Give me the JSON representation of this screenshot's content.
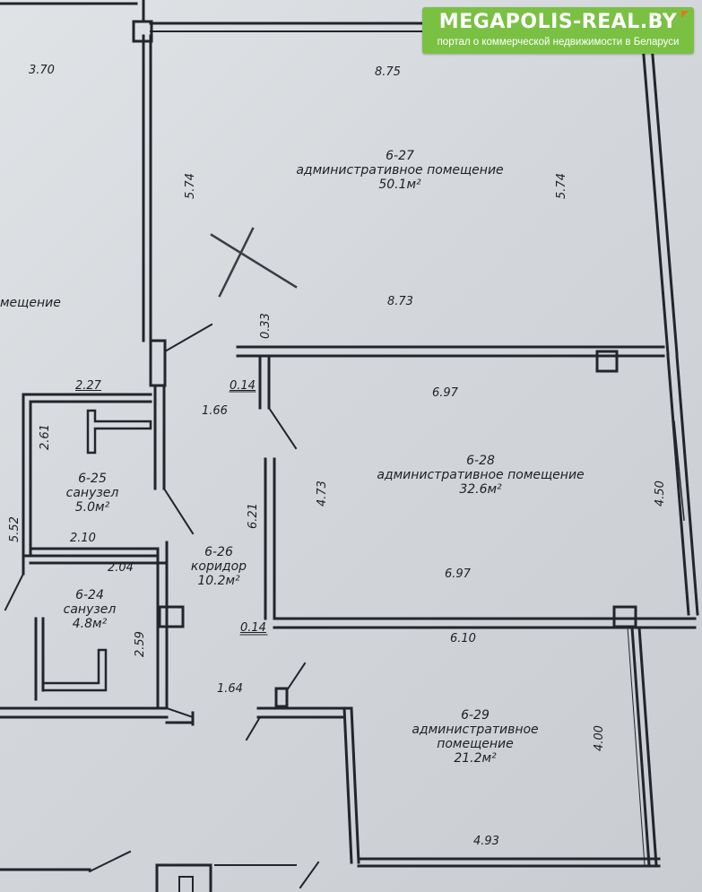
{
  "watermark": {
    "title": "MEGAPOLIS-REAL.BY",
    "subtitle": "портал о коммерческой недвижимости в Беларуси",
    "color": "#7ac143"
  },
  "rooms": {
    "r27": {
      "id": "6-27",
      "name": "административное помещение",
      "area": "50.1м²"
    },
    "r28": {
      "id": "6-28",
      "name": "административное помещение",
      "area": "32.6м²"
    },
    "r29": {
      "id": "6-29",
      "name_line1": "административное",
      "name_line2": "помещение",
      "area": "21.2м²"
    },
    "r25": {
      "id": "6-25",
      "name": "санузел",
      "area": "5.0м²"
    },
    "r24": {
      "id": "6-24",
      "name": "санузел",
      "area": "4.8м²"
    },
    "r26": {
      "id": "6-26",
      "name": "коридор",
      "area": "10.2м²"
    },
    "left_fragment": "мещение"
  },
  "dimensions": {
    "d_370": "3.70",
    "d_875": "8.75",
    "d_574a": "5.74",
    "d_574b": "5.74",
    "d_873": "8.73",
    "d_033": "0.33",
    "d_014a": "0.14",
    "d_166": "1.66",
    "d_227": "2.27",
    "d_261": "2.61",
    "d_697a": "6.97",
    "d_473": "4.73",
    "d_450": "4.50",
    "d_621": "6.21",
    "d_552": "5.52",
    "d_210": "2.10",
    "d_204": "2.04",
    "d_697b": "6.97",
    "d_014b": "0.14",
    "d_610": "6.10",
    "d_259": "2.59",
    "d_164": "1.64",
    "d_400": "4.00",
    "d_493": "4.93"
  },
  "colors": {
    "wall": "#22252b",
    "paper": "#d8dbde"
  }
}
